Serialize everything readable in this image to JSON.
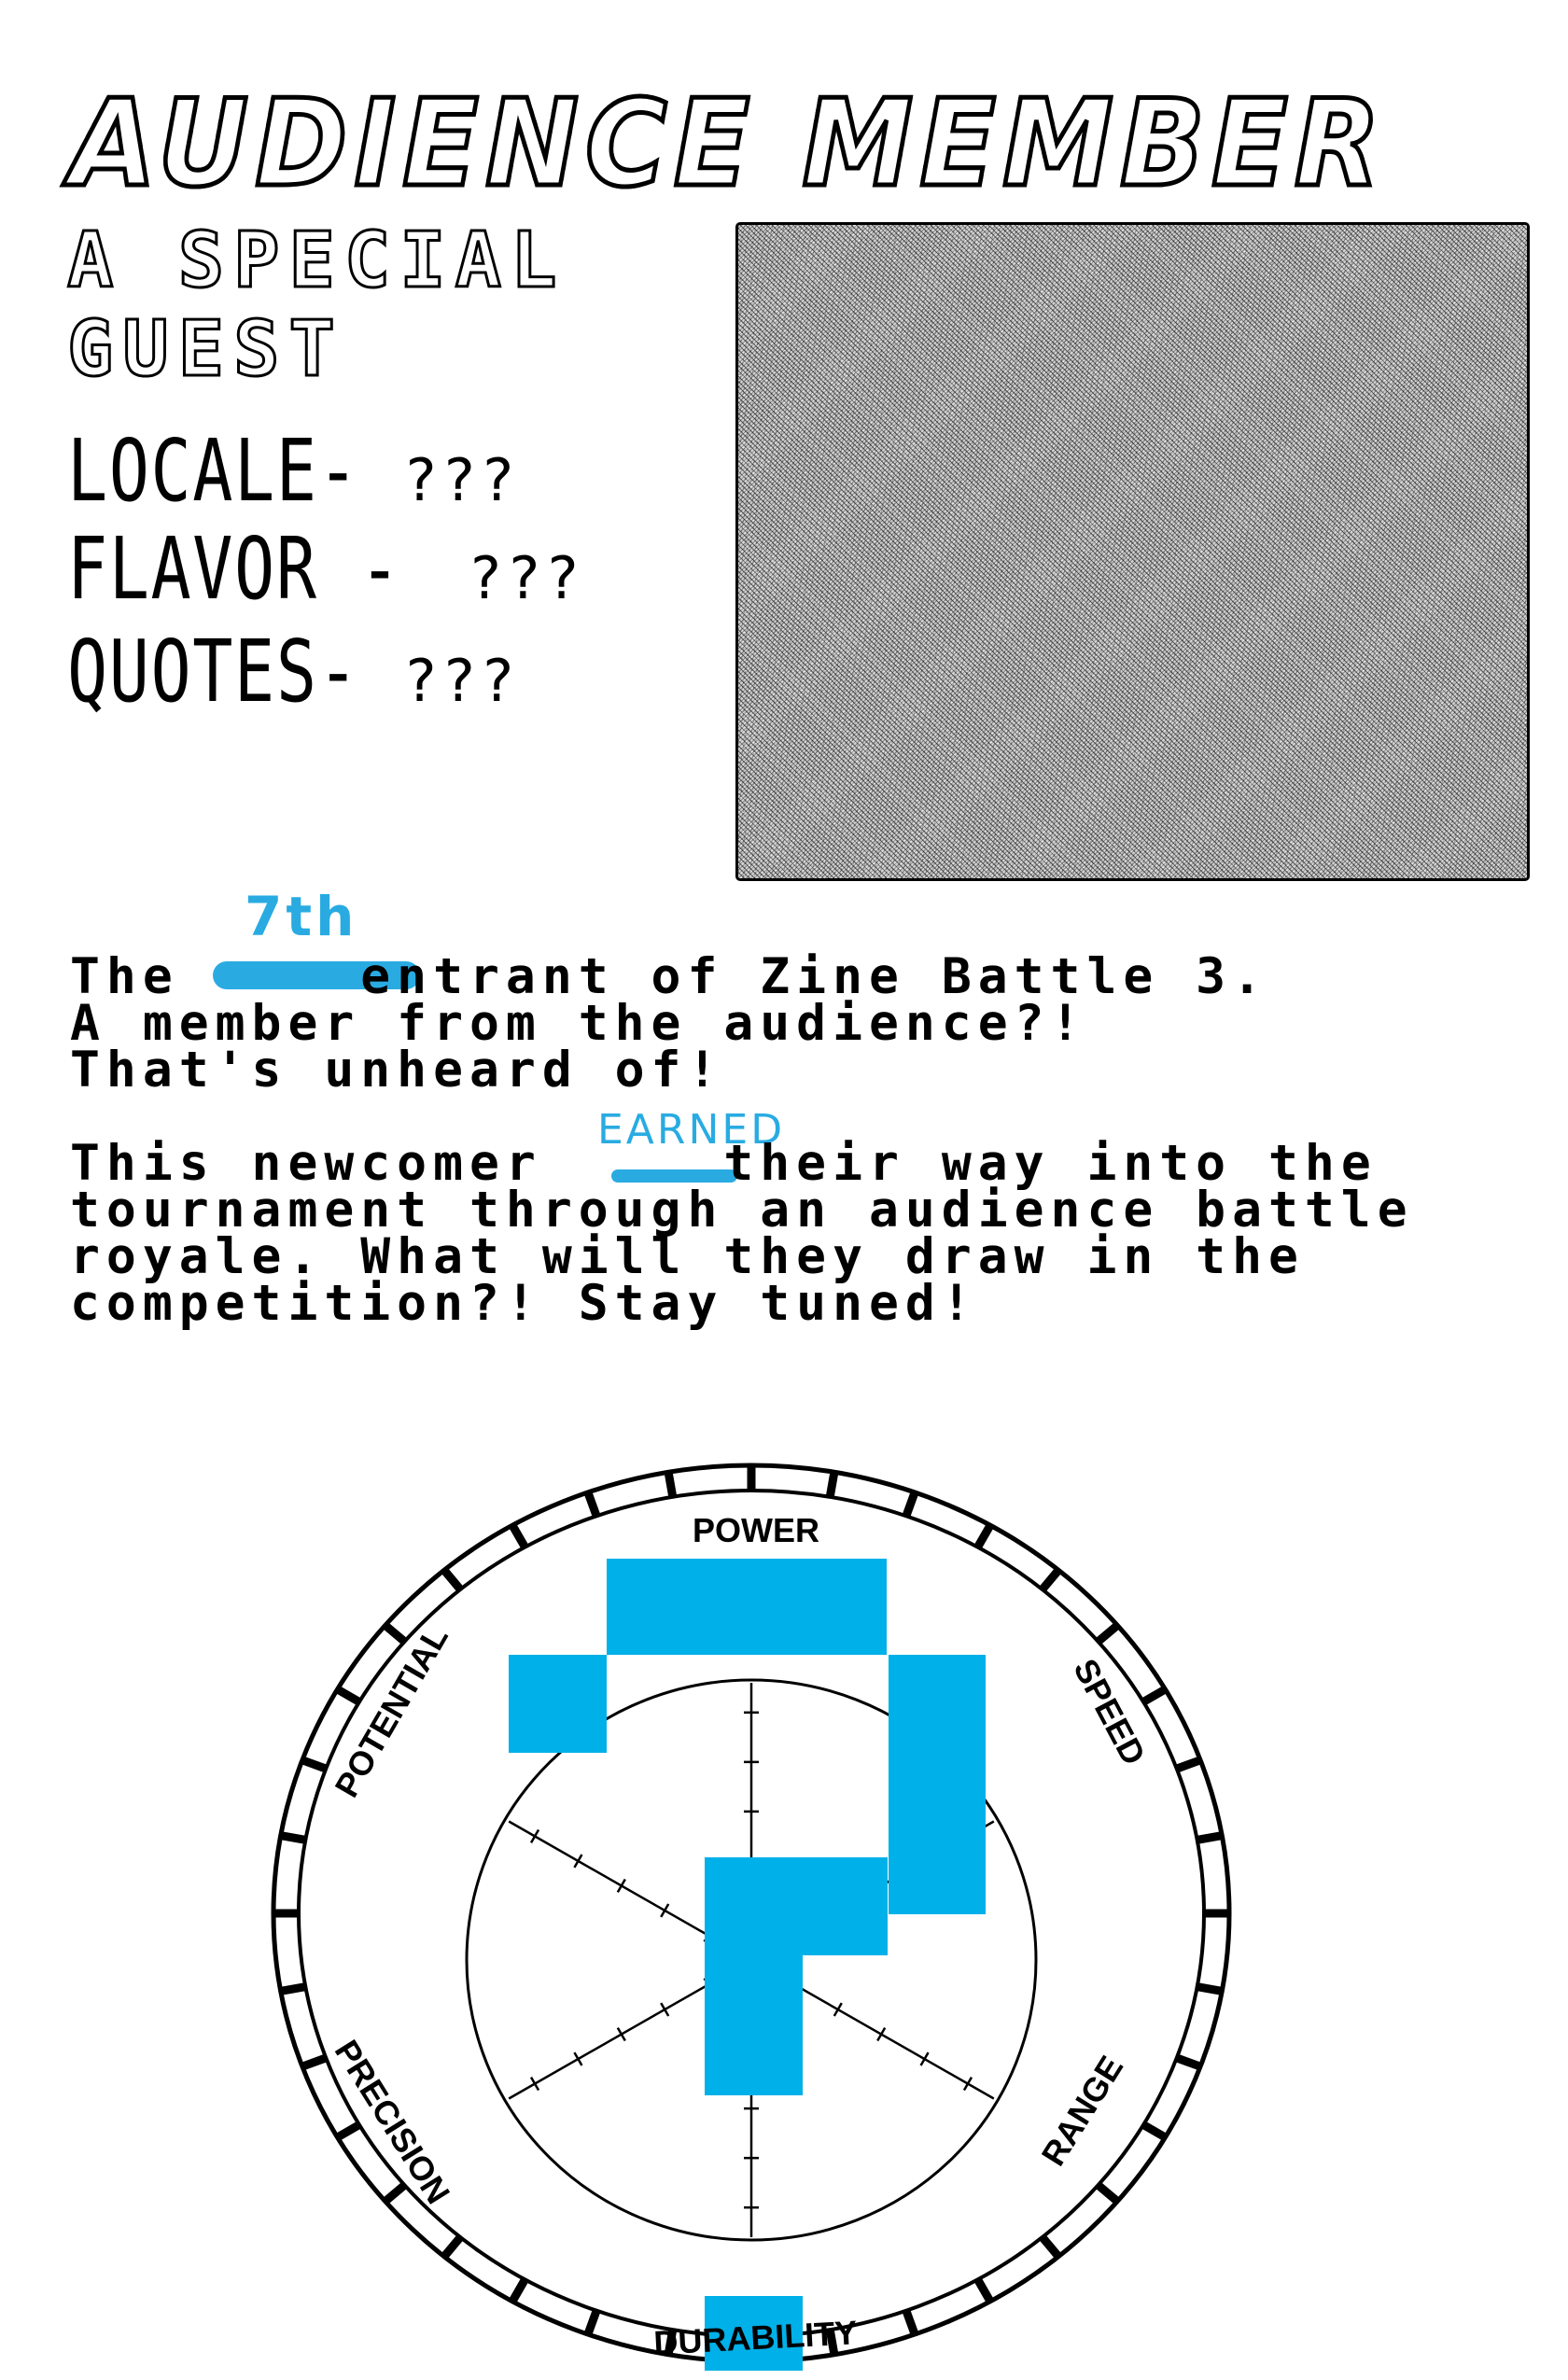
{
  "title": "AUDIENCE MEMBER",
  "subtitle": {
    "line1": "A SPECIAL",
    "line2": "GUEST"
  },
  "stats": [
    {
      "label": "LOCALE",
      "sep": "-",
      "value": "???"
    },
    {
      "label": "FLAVOR",
      "sep": " -",
      "value": "???"
    },
    {
      "label": "QUOTES",
      "sep": "-",
      "value": "???"
    }
  ],
  "description": {
    "p1_prefix": "The ",
    "p1_rest": "    entrant of Zine Battle 3.",
    "p1_line2": "A member from the audience?!",
    "p1_line3": "That's unheard of!",
    "p2_prefix": "This newcomer ",
    "p2_rest": "    their way into the",
    "p2_line2": "tournament through an audience battle",
    "p2_line3": "royale. What will they draw in the",
    "p2_line4": "competition?! Stay tuned!"
  },
  "annotations": {
    "ordinal": "7th",
    "verb": "EARNED"
  },
  "wheel": {
    "labels": [
      "POWER",
      "SPEED",
      "RANGE",
      "DURABILITY",
      "PRECISION",
      "POTENTIAL"
    ],
    "overlay_symbol": "?"
  },
  "colors": {
    "ink": "#000000",
    "annotation_blue": "#29abe2",
    "question_blue": "#00b0e8"
  }
}
